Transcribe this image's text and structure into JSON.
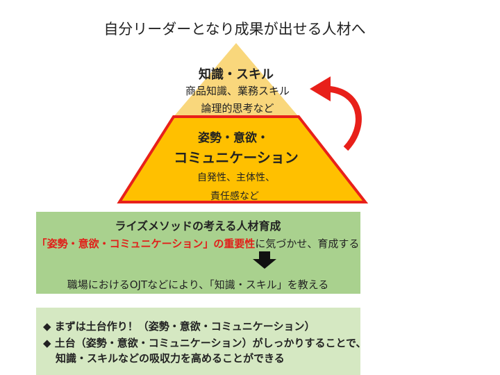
{
  "title": "自分リーダーとなり成果が出せる人材へ",
  "pyramid": {
    "top": {
      "heading": "知識・スキル",
      "line1": "商品知識、業務スキル",
      "line2": "論理的思考など",
      "color": "#F9D77C"
    },
    "base": {
      "heading1": "姿勢・意欲・",
      "heading2": "コミュニケーション",
      "line1": "自発性、主体性、",
      "line2": "責任感など",
      "color": "#FFC000",
      "border": "#E8201A"
    }
  },
  "method_box": {
    "title": "ライズメソッドの考える人材育成",
    "highlight": "「姿勢・意欲・コミュニケーション」の重要性",
    "rest": "に気づかせ、育成する",
    "result": "職場におけるOJTなどにより、「知識・スキル」を教える"
  },
  "points": [
    {
      "bullet": "◆",
      "text": "まずは土台作り！（姿勢・意欲・コミュニケーション）"
    },
    {
      "bullet": "◆",
      "text": "土台（姿勢・意欲・コミュニケーション）がしっかりすることで、"
    },
    {
      "bullet": "",
      "text": "知識・スキルなどの吸収力を高めることができる"
    }
  ]
}
